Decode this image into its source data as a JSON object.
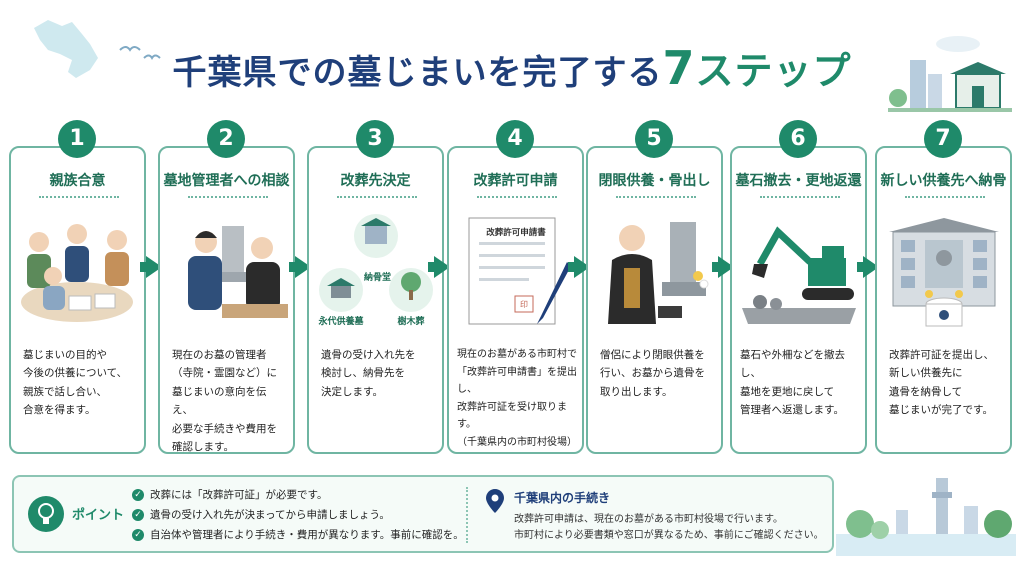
{
  "title": {
    "main": "千葉県での墓じまいを完了する",
    "number": "7",
    "suffix": "ステップ"
  },
  "steps": [
    {
      "number": "1",
      "title": "親族合意",
      "description": [
        "墓じまいの目的や",
        "今後の供養について、",
        "親族で話し合い、",
        "合意を得ます。"
      ]
    },
    {
      "number": "2",
      "title": "墓地管理者への相談",
      "description": [
        "現在のお墓の管理者",
        "（寺院・霊園など）に",
        "墓じまいの意向を伝え、",
        "必要な手続きや費用を",
        "確認します。"
      ]
    },
    {
      "number": "3",
      "title": "改葬先決定",
      "description": [
        "遺骨の受け入れ先を",
        "検討し、納骨先を",
        "決定します。"
      ],
      "illus_labels": [
        "納骨堂",
        "永代供養墓",
        "樹木葬"
      ]
    },
    {
      "number": "4",
      "title": "改葬許可申請",
      "description": [
        "現在のお墓がある市町村で",
        "「改葬許可申請書」を提出し、",
        "改葬許可証を受け取ります。",
        "（千葉県内の市町村役場）"
      ],
      "illus_labels": [
        "改葬許可申請書",
        "印"
      ]
    },
    {
      "number": "5",
      "title": "閉眼供養・骨出し",
      "description": [
        "僧侶により閉眼供養を",
        "行い、お墓から遺骨を",
        "取り出します。"
      ]
    },
    {
      "number": "6",
      "title": "墓石撤去・更地返還",
      "description": [
        "墓石や外柵などを撤去し、",
        "墓地を更地に戻して",
        "管理者へ返還します。"
      ]
    },
    {
      "number": "7",
      "title": "新しい供養先へ納骨",
      "description": [
        "改葬許可証を提出し、",
        "新しい供養先に",
        "遺骨を納骨して",
        "墓じまいが完了です。"
      ]
    }
  ],
  "point": {
    "label": "ポイント",
    "items": [
      "改葬には「改葬許可証」が必要です。",
      "遺骨の受け入れ先が決まってから申請しましょう。",
      "自治体や管理者により手続き・費用が異なります。事前に確認を。"
    ]
  },
  "chiba": {
    "title": "千葉県内の手続き",
    "lines": [
      "改葬許可申請は、現在のお墓がある市町村役場で行います。",
      "市町村により必要書類や窓口が異なるため、事前にご確認ください。"
    ]
  },
  "colors": {
    "accent": "#1f8a6a",
    "title": "#1f3f7a",
    "border": "#6fb5a2"
  },
  "icons": [
    "chiba-map-icon",
    "bird-icon",
    "city-icon",
    "lightbulb-icon",
    "check-icon",
    "location-pin-icon"
  ]
}
